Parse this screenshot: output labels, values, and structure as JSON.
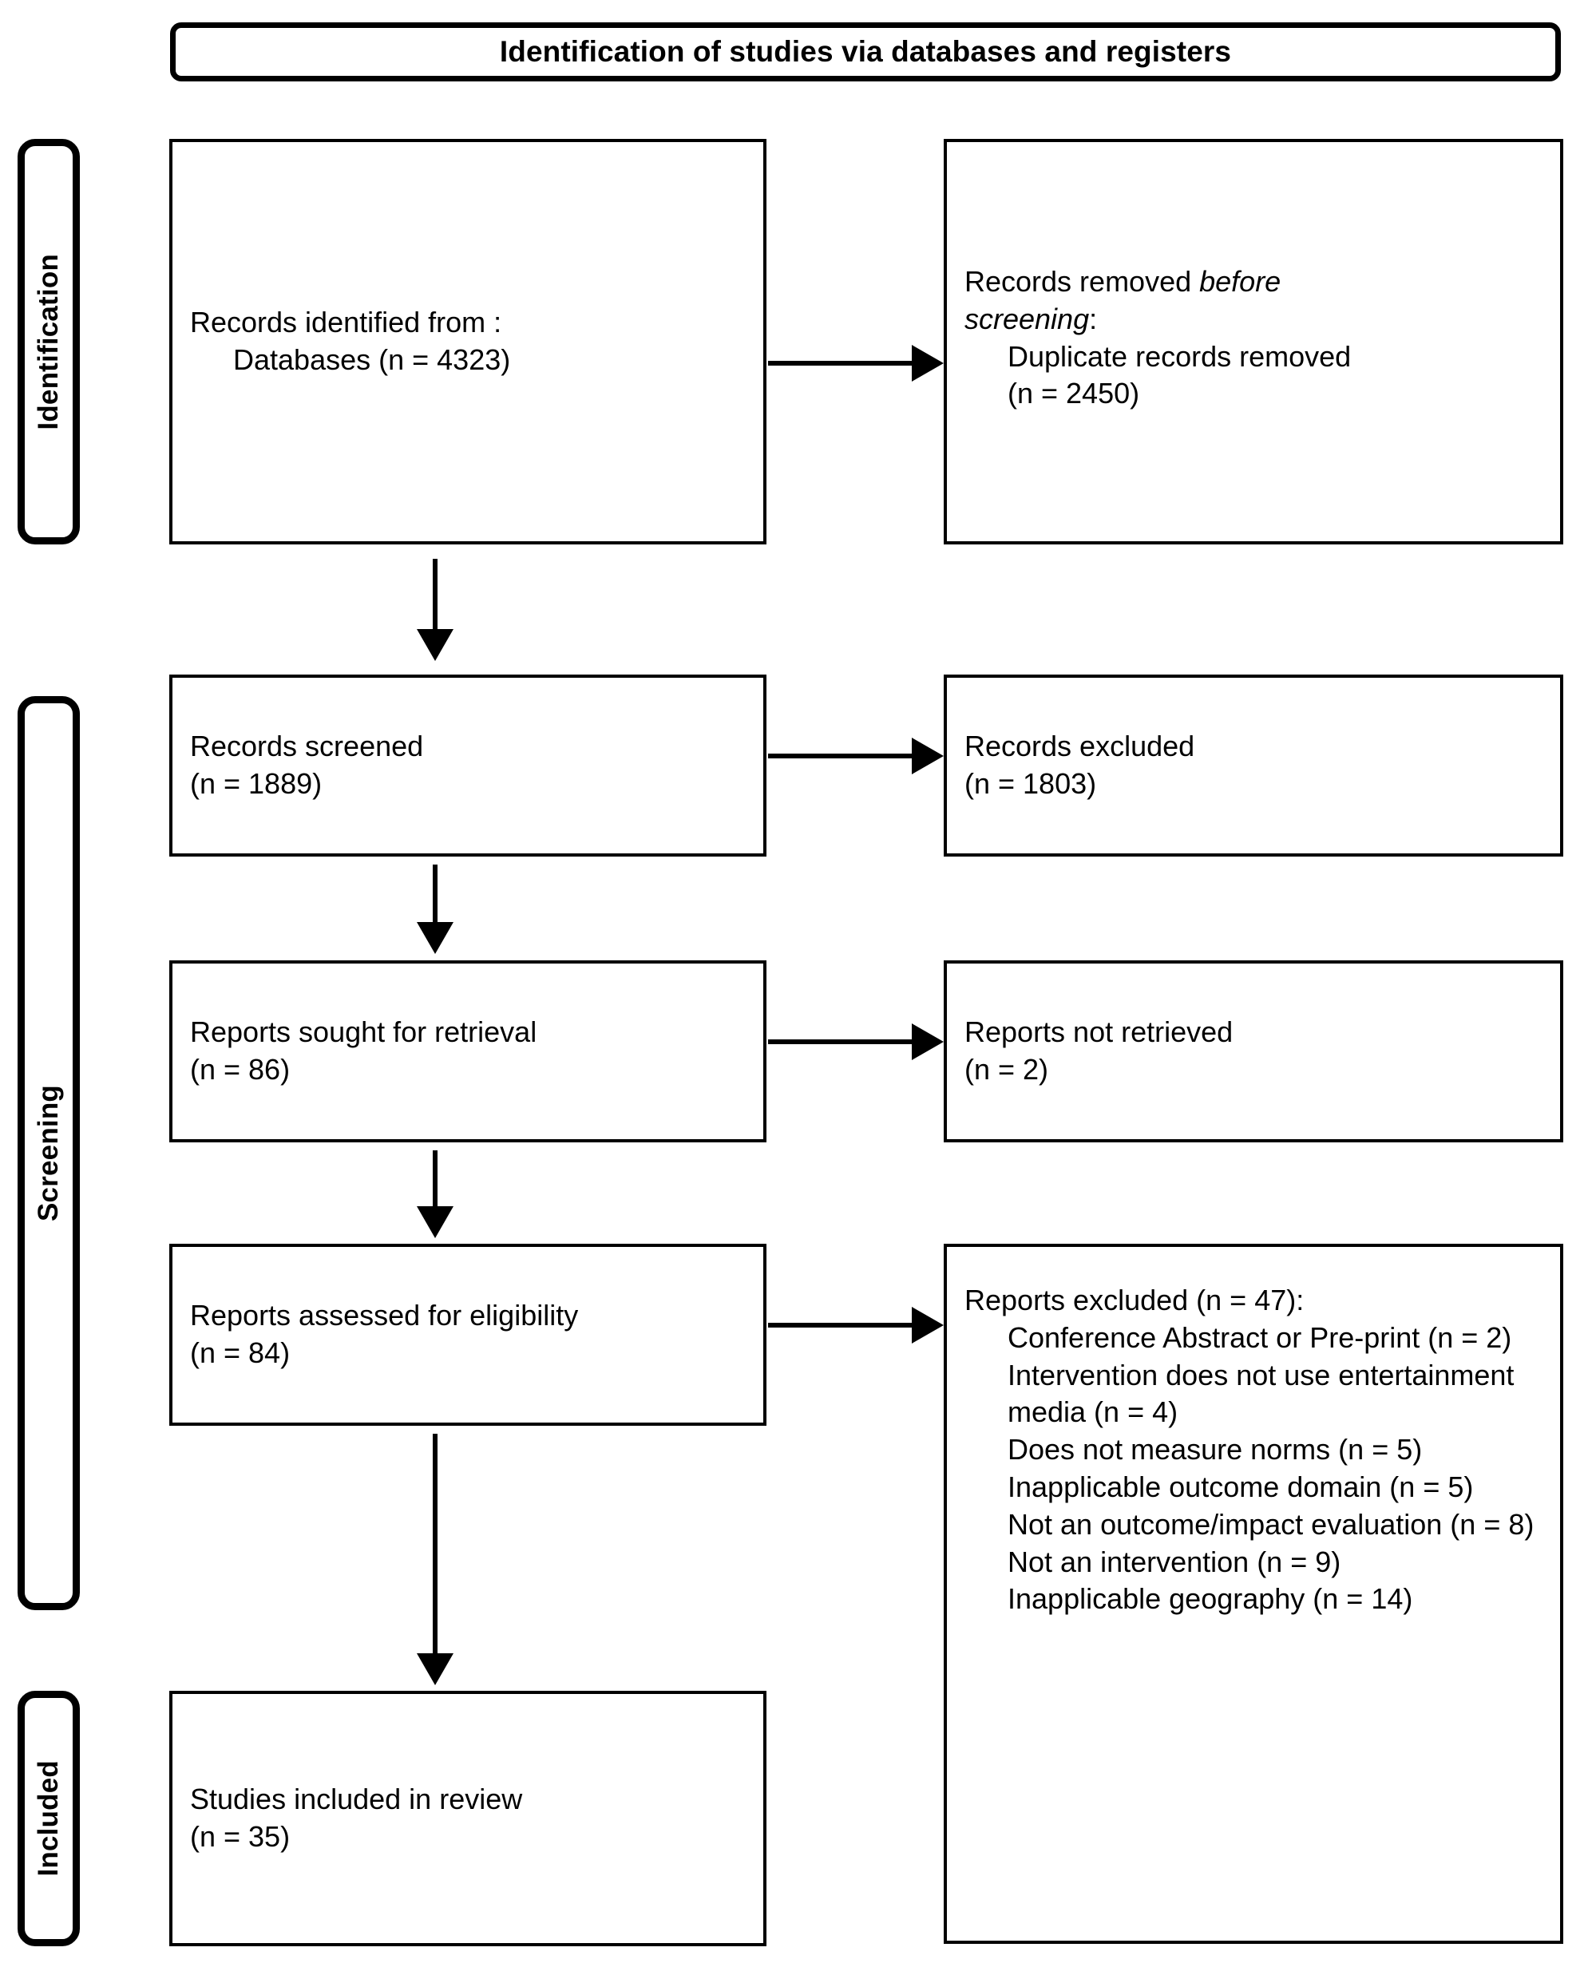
{
  "diagram": {
    "type": "prisma-flow-diagram",
    "title": "Identification of studies via databases and registers",
    "accent_color": "#000000",
    "background_color": "#ffffff"
  },
  "stages": [
    {
      "id": "identification",
      "label": "Identification"
    },
    {
      "id": "screening",
      "label": "Screening"
    },
    {
      "id": "included",
      "label": "Included"
    }
  ],
  "boxes": {
    "identified": {
      "line1": "Records identified from :",
      "line2": "Databases (n = 4323)"
    },
    "removed_before_screening": {
      "line1_plain": "Records removed ",
      "line1_italic": "before",
      "line2_italic": "screening",
      "line2_plain": ":",
      "line3": "Duplicate records removed",
      "line4": "(n = 2450)"
    },
    "records_screened": {
      "line1": "Records screened",
      "line2": "(n = 1889)"
    },
    "records_excluded": {
      "line1": "Records excluded",
      "line2": "(n = 1803)"
    },
    "reports_sought": {
      "line1": "Reports sought for retrieval",
      "line2": "(n = 86)"
    },
    "reports_not_retrieved": {
      "line1": "Reports not retrieved",
      "line2": "(n = 2)"
    },
    "reports_assessed": {
      "line1": "Reports assessed for eligibility",
      "line2": "(n = 84)"
    },
    "reports_excluded": {
      "heading": "Reports excluded (n = 47):",
      "reasons": [
        "Conference Abstract or Pre-print (n = 2)",
        "Intervention does not use entertainment media (n = 4)",
        "Does not measure norms (n = 5)",
        "Inapplicable outcome domain (n = 5)",
        "Not an outcome/impact evaluation (n = 8)",
        "Not an intervention (n = 9)",
        "Inapplicable geography (n = 14)"
      ]
    },
    "studies_included": {
      "line1": "Studies included in review",
      "line2": "(n = 35)"
    }
  },
  "flow_counts": {
    "databases_identified": 4323,
    "duplicates_removed": 2450,
    "records_screened": 1889,
    "records_excluded": 1803,
    "reports_sought": 86,
    "reports_not_retrieved": 2,
    "reports_assessed": 84,
    "reports_excluded_total": 47,
    "studies_included": 35
  }
}
